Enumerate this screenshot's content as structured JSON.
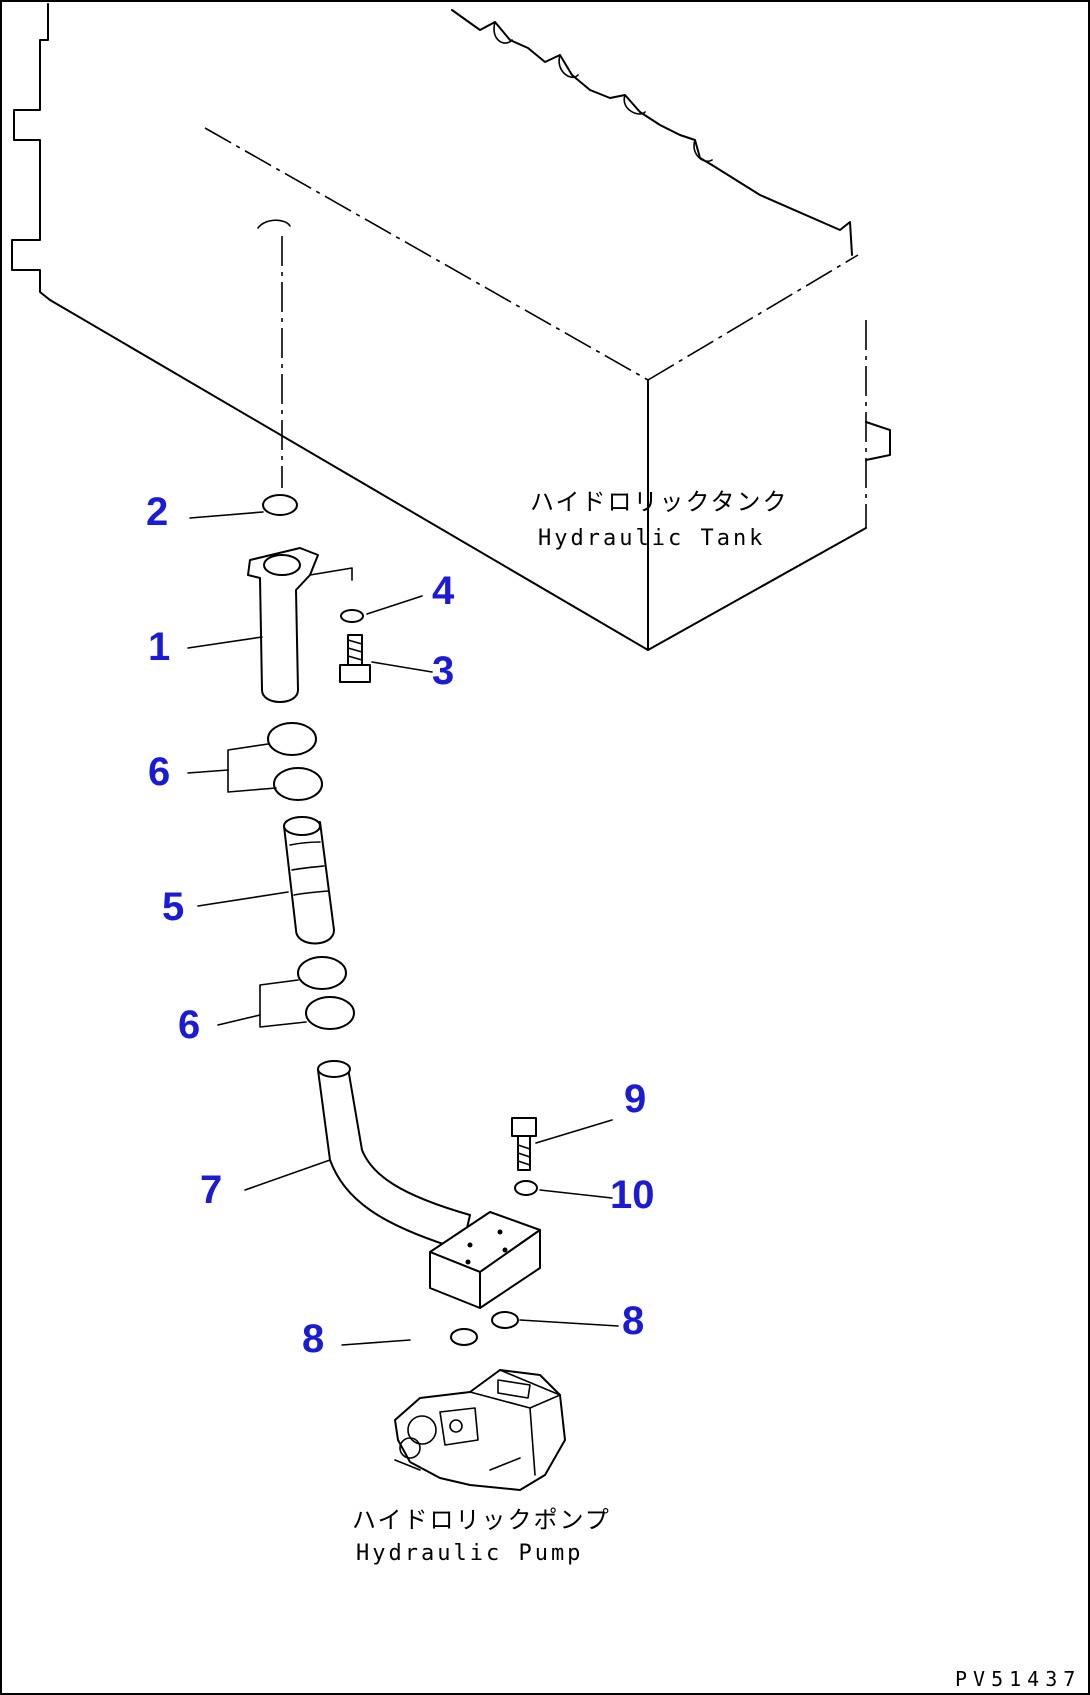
{
  "callouts": {
    "c1": "1",
    "c2": "2",
    "c3": "3",
    "c4": "4",
    "c5": "5",
    "c6a": "6",
    "c6b": "6",
    "c7": "7",
    "c8a": "8",
    "c8b": "8",
    "c9": "9",
    "c10": "10"
  },
  "labels": {
    "tank_jp": "ハイドロリックタンク",
    "tank_en": "Hydraulic Tank",
    "pump_jp": "ハイドロリックポンプ",
    "pump_en": "Hydraulic Pump"
  },
  "drawing_code": "PV51437",
  "colors": {
    "callout": "#1b1bd6",
    "line": "#000000",
    "background": "#ffffff"
  }
}
